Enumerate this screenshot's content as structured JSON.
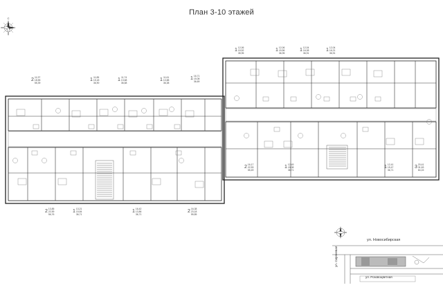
{
  "title": "План 3-10 этажей",
  "units_top": [
    {
      "rooms": "2",
      "lines": [
        "11,97",
        "18,55",
        "55,39"
      ]
    },
    {
      "rooms": "1",
      "lines": [
        "11,85",
        "15,18",
        "36,90"
      ]
    },
    {
      "rooms": "1",
      "lines": [
        "11,74",
        "13,68",
        "36,68"
      ]
    },
    {
      "rooms": "1",
      "lines": [
        "11,61",
        "10,88",
        "36,38"
      ]
    },
    {
      "rooms": "1",
      "lines": [
        "16,71",
        "15,08",
        "36,69"
      ]
    },
    {
      "rooms": "1",
      "lines": [
        "12,06",
        "15,52",
        "35,95"
      ]
    },
    {
      "rooms": "1",
      "lines": [
        "12,06",
        "15,56",
        "36,95"
      ]
    },
    {
      "rooms": "1",
      "lines": [
        "12,04",
        "16,08",
        "36,91"
      ]
    },
    {
      "rooms": "1",
      "lines": [
        "12,04",
        "16,21",
        "36,91"
      ]
    }
  ],
  "units_bottom": [
    {
      "rooms": "2",
      "lines": [
        "13,85",
        "22,59",
        "56,76"
      ]
    },
    {
      "rooms": "1",
      "lines": [
        "13,21",
        "15,84",
        "36,71"
      ]
    },
    {
      "rooms": "1",
      "lines": [
        "16,42",
        "13,86",
        "36,71"
      ]
    },
    {
      "rooms": "2",
      "lines": [
        "16,38",
        "23,18",
        "55,85"
      ]
    },
    {
      "rooms": "2",
      "lines": [
        "16,17",
        "22,53",
        "55,49"
      ]
    },
    {
      "rooms": "1",
      "lines": [
        "12,49",
        "15,08",
        "36,71"
      ]
    },
    {
      "rooms": "1",
      "lines": [
        "12,41",
        "15,47",
        "36,71"
      ]
    },
    {
      "rooms": "3",
      "lines": [
        "20,41",
        "31,63",
        "84,15"
      ]
    }
  ],
  "site_plan": {
    "street_north": "ул. Новосибирская",
    "street_west": "ул. Сиреневая",
    "street_south": "ул. Розовоцветная"
  },
  "icons": [
    "compass-rose-icon",
    "north-arrow-icon"
  ]
}
